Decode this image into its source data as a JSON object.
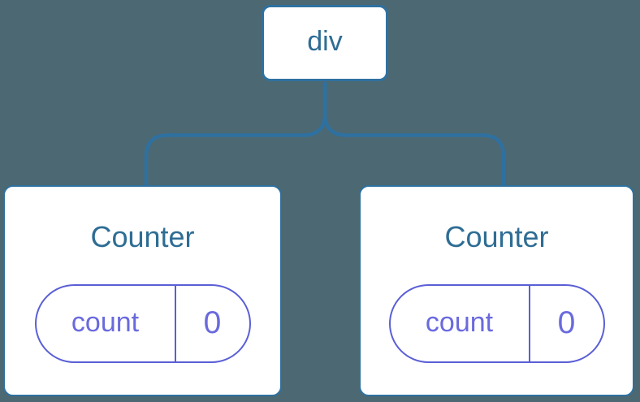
{
  "colors": {
    "background": "#4c6872",
    "line_blue": "#2e71a1",
    "label_blue": "#2e6d94",
    "pill_border_purple": "#5a5fd6",
    "pill_text_purple": "#6a6ade",
    "node_fill": "#ffffff"
  },
  "tree": {
    "root": {
      "label": "div"
    },
    "children": [
      {
        "title": "Counter",
        "state": {
          "key": "count",
          "value": "0"
        }
      },
      {
        "title": "Counter",
        "state": {
          "key": "count",
          "value": "0"
        }
      }
    ]
  }
}
